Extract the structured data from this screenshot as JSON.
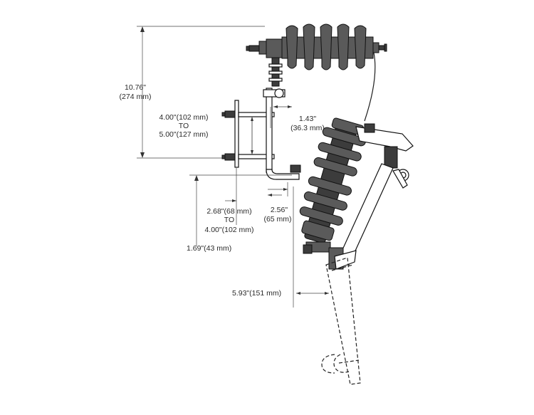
{
  "dimensions": {
    "overall_height": {
      "line1": "10.76\"",
      "line2": "(274 mm)"
    },
    "bracket_range": {
      "line1": "4.00\"(102 mm)",
      "line2": "TO",
      "line3": "5.00\"(127 mm)"
    },
    "upper_offset": {
      "line1": "1.43\"",
      "line2": "(36.3 mm)"
    },
    "bracket_depth": {
      "line1": "2.68\"(68 mm)",
      "line2": "TO",
      "line3": "4.00\"(102 mm)"
    },
    "hook_offset": {
      "line1": "2.56\"",
      "line2": "(65 mm)"
    },
    "base_height": {
      "line1": "1.69\"(43 mm)"
    },
    "open_reach": {
      "line1": "5.93\"(151 mm)"
    }
  }
}
